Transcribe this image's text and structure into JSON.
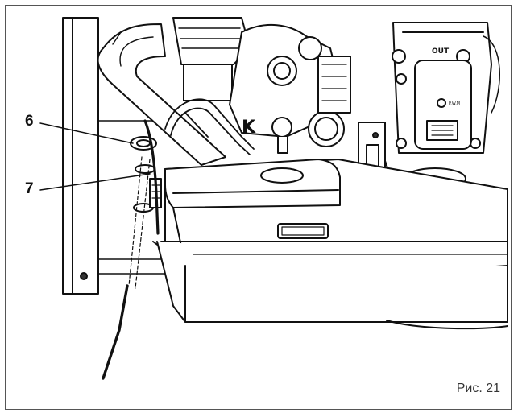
{
  "figure": {
    "caption": "Рис. 21",
    "callouts": [
      {
        "id": "6",
        "label": "6"
      },
      {
        "id": "7",
        "label": "7"
      }
    ],
    "component_labels": {
      "inlet_mark": "OUT",
      "pwm_label": "P.W.M",
      "logo_letter": "K"
    }
  }
}
